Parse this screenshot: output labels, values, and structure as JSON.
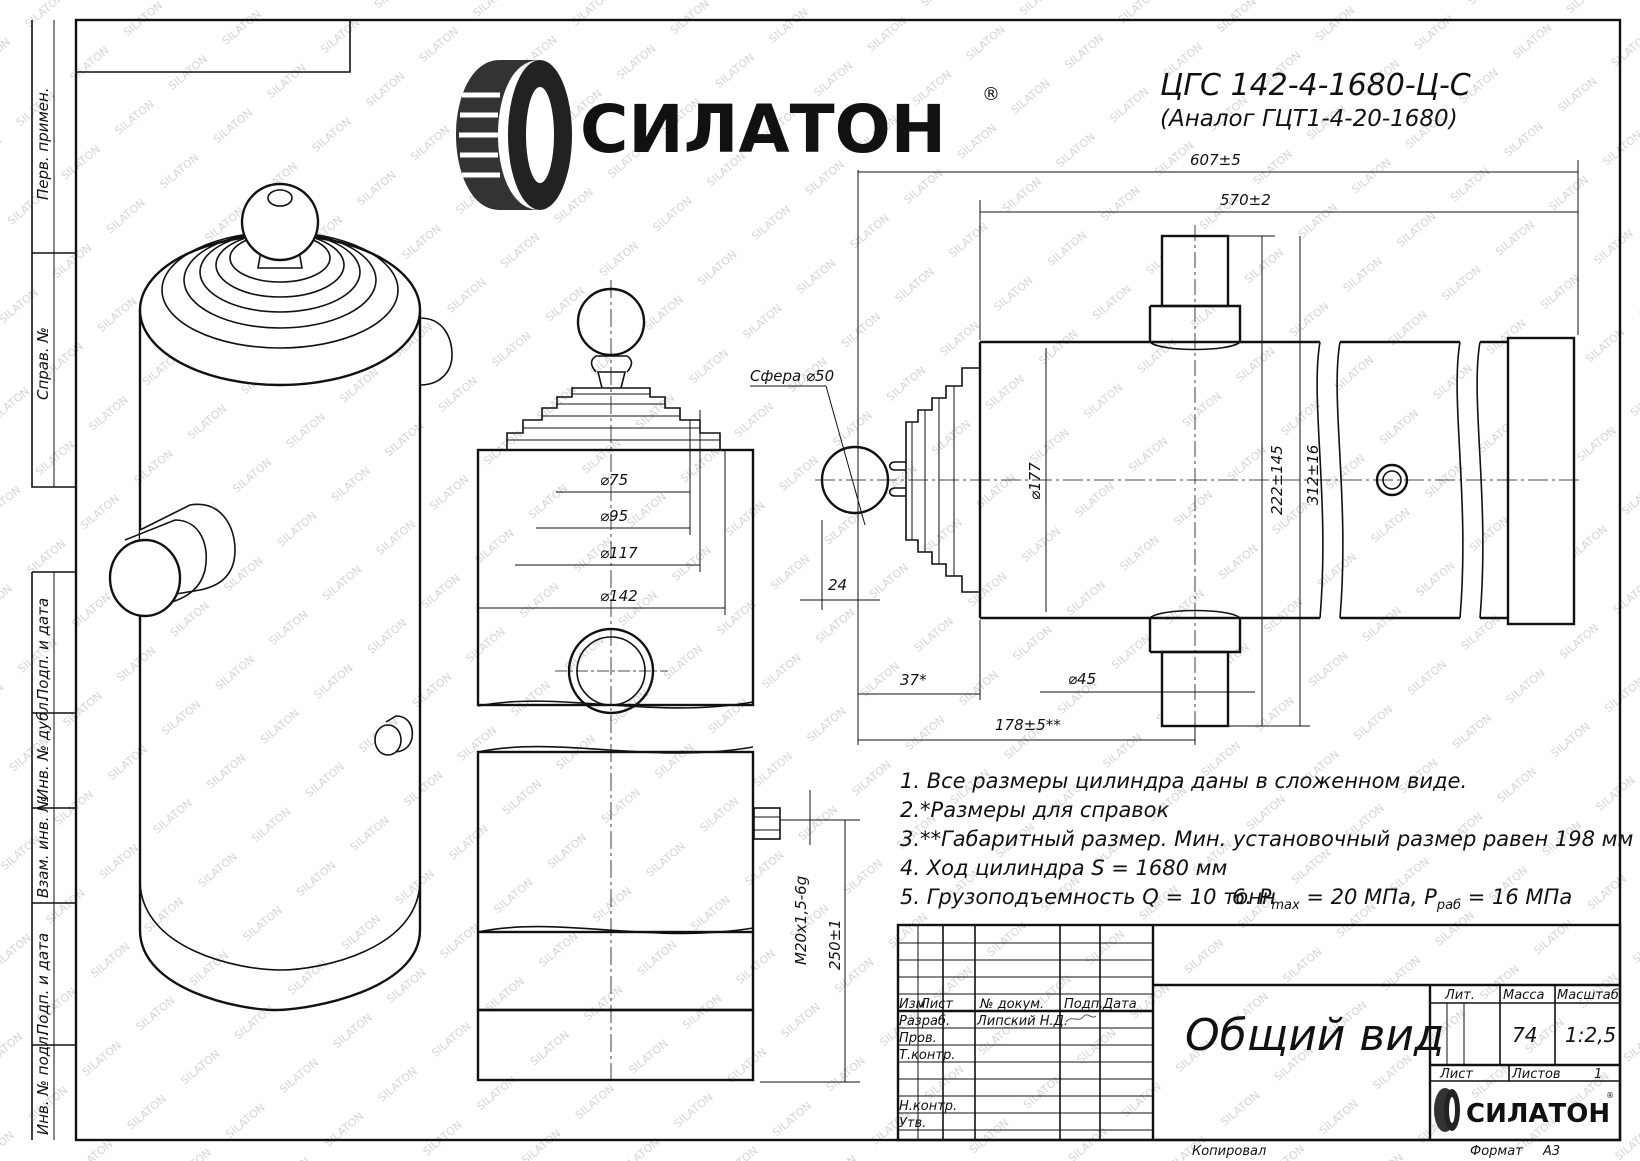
{
  "brand": {
    "name": "СИЛАТОН",
    "reg_mark": "®"
  },
  "title": {
    "designation": "ЦГС 142-4-1680-Ц-С",
    "analog": "(Аналог ГЦТ1-4-20-1680)"
  },
  "dimensions": {
    "d607": "607±5",
    "d570": "570±2",
    "sphere": "Сфера ⌀50",
    "d75": "⌀75",
    "d95": "⌀95",
    "d117": "⌀117",
    "d142": "⌀142",
    "d177": "⌀177",
    "d222": "222±145",
    "d312": "312±16",
    "d24": "24",
    "d37": "37*",
    "d45": "⌀45",
    "d178": "178±5**",
    "thread": "M20x1,5-6g",
    "d250": "250±1"
  },
  "notes": [
    "1. Все размеры цилиндра даны в сложенном виде.",
    "2.*Размеры для справок",
    "3.**Габаритный размер. Мин. установочный размер равен 198 мм",
    "4. Ход цилиндра S = 1680 мм",
    "5. Грузоподъемность Q = 10 тонн"
  ],
  "note6": {
    "prefix": "6. P",
    "sub_max": "max",
    "mid": " = 20 МПа, P",
    "sub_rab": "раб",
    "suffix": " = 16 МПа"
  },
  "side_stamp": [
    "Перв. примен.",
    "Справ. №",
    "Подп. и дата",
    "Инв. № дубл.",
    "Взам. инв. №",
    "Подп. и дата",
    "Инв. № подл."
  ],
  "title_block": {
    "header": [
      "Изм",
      "Лист",
      "№ докум.",
      "Подп.",
      "Дата"
    ],
    "rows": [
      "Разраб.",
      "Пров.",
      "Т.контр.",
      "",
      "Н.контр.",
      "Утв."
    ],
    "developer": "Липский Н.Д.",
    "doc_name": "Общий вид",
    "lit_label": "Лит.",
    "mass_label": "Масса",
    "scale_label": "Масштаб",
    "mass": "74",
    "scale": "1:2,5",
    "sheet_label": "Лист",
    "sheets_label": "Листов",
    "sheets": "1",
    "copied": "Копировал",
    "format_label": "Формат",
    "format": "А3"
  },
  "watermark": "SILATON"
}
